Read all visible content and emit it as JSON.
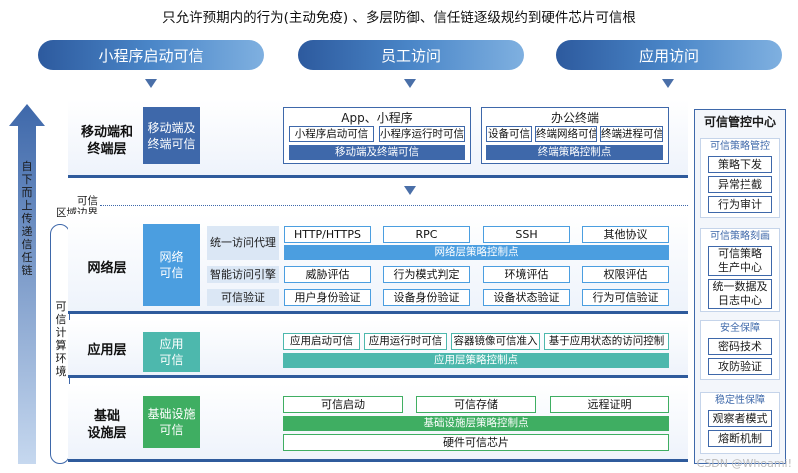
{
  "title": "只允许预期内的行为(主动免疫) 、多层防御、信任链逐级规约到硬件芯片可信根",
  "headers": [
    "小程序启动可信",
    "员工访问",
    "应用访问"
  ],
  "left_arrow_text": "自下而上传递信任链",
  "trusted_region_boundary": "可信\n区域边界",
  "trusted_env_text": "可信计算环境",
  "mobile": {
    "name": "移动端和\n终端层",
    "square": "移动端及\n终端可信",
    "app_group": {
      "title": "App、小程序",
      "items": [
        "小程序启动可信",
        "小程序运行时可信"
      ],
      "bar": "移动端及终端可信"
    },
    "office_group": {
      "title": "办公终端",
      "items": [
        "设备可信",
        "终端网络可信",
        "终端进程可信"
      ],
      "bar": "终端策略控制点"
    }
  },
  "network": {
    "name": "网络层",
    "square": "网络\n可信",
    "row1_label": "统一访问代理",
    "row1_items": [
      "HTTP/HTTPS",
      "RPC",
      "SSH",
      "其他协议"
    ],
    "row1_bar": "网络层策略控制点",
    "row2_label": "智能访问引擎",
    "row2_items": [
      "威胁评估",
      "行为模式判定",
      "环境评估",
      "权限评估"
    ],
    "row3_label": "可信验证",
    "row3_items": [
      "用户身份验证",
      "设备身份验证",
      "设备状态验证",
      "行为可信验证"
    ]
  },
  "application": {
    "name": "应用层",
    "square": "应用\n可信",
    "items": [
      "应用启动可信",
      "应用运行时可信",
      "容器镜像可信准入",
      "基于应用状态的访问控制"
    ],
    "bar": "应用层策略控制点"
  },
  "infrastructure": {
    "name": "基础\n设施层",
    "square": "基础设施\n可信",
    "items": [
      "可信启动",
      "可信存储",
      "远程证明"
    ],
    "bar": "基础设施层策略控制点",
    "chip": "硬件可信芯片"
  },
  "center": {
    "title": "可信管控中心",
    "groups": [
      {
        "head": "可信策略管控",
        "items": [
          "策略下发",
          "异常拦截",
          "行为审计"
        ]
      },
      {
        "head": "可信策略刻画",
        "items": [
          "可信策略\n生产中心",
          "统一数据及\n日志中心"
        ]
      },
      {
        "head": "安全保障",
        "items": [
          "密码技术",
          "攻防验证"
        ]
      },
      {
        "head": "稳定性保障",
        "items": [
          "观察者模式",
          "熔断机制"
        ]
      }
    ]
  },
  "watermark": "CSDN @Whoami!"
}
